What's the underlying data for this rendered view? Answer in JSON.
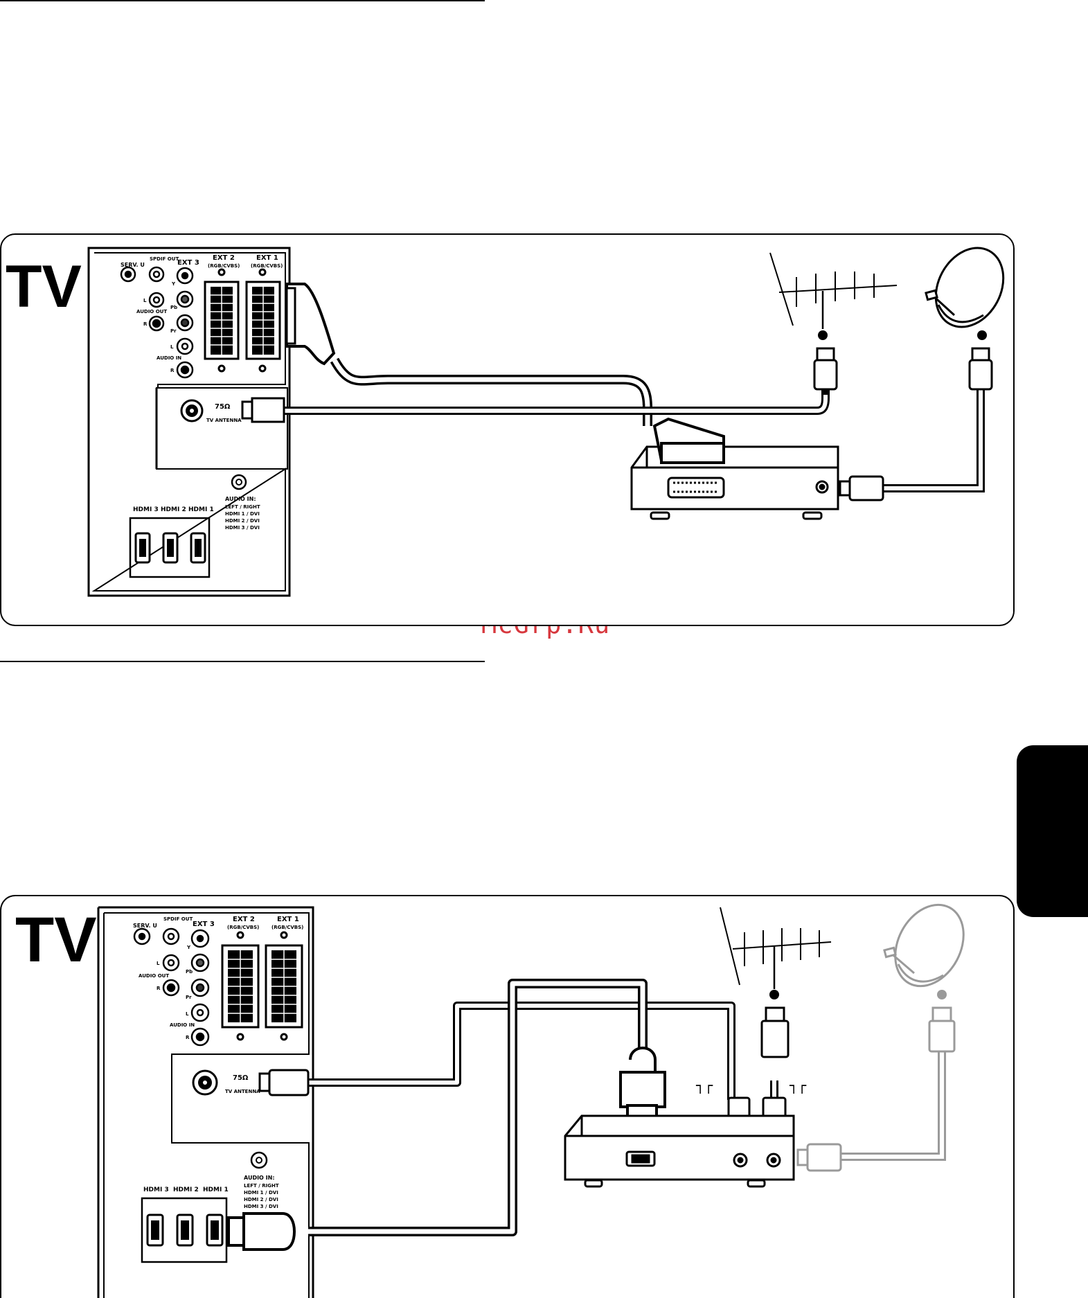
{
  "watermark": "McGrp.Ru",
  "diagram1": {
    "tv_label": "TV",
    "ports": {
      "serv_u": "SERV. U",
      "spdif_out": "SPDIF OUT",
      "ext3": "EXT 3",
      "ext2": "EXT 2",
      "ext2_sub": "(RGB/CVBS)",
      "ext1": "EXT 1",
      "ext1_sub": "(RGB/CVBS)",
      "y": "Y",
      "pb": "Pb",
      "pr": "Pr",
      "l1": "L",
      "r1": "R",
      "audio_out": "AUDIO OUT",
      "l2": "L",
      "r2": "R",
      "audio_in": "AUDIO IN",
      "antenna_ohm": "75Ω",
      "tv_antenna": "TV ANTENNA",
      "hdmi3": "HDMI 3",
      "hdmi2": "HDMI 2",
      "hdmi1": "HDMI 1",
      "audio_in_hdmi": "AUDIO IN:",
      "audio_in_lr": "LEFT / RIGHT",
      "audio_in_h1": "HDMI 1 / DVI",
      "audio_in_h2": "HDMI 2 / DVI",
      "audio_in_h3": "HDMI 3 / DVI"
    }
  },
  "diagram2": {
    "tv_label": "TV",
    "ports": {
      "serv_u": "SERV. U",
      "spdif_out": "SPDIF OUT",
      "ext3": "EXT 3",
      "ext2": "EXT 2",
      "ext2_sub": "(RGB/CVBS)",
      "ext1": "EXT 1",
      "ext1_sub": "(RGB/CVBS)",
      "y": "Y",
      "pb": "Pb",
      "pr": "Pr",
      "l1": "L",
      "r1": "R",
      "audio_out": "AUDIO OUT",
      "l2": "L",
      "r2": "R",
      "audio_in": "AUDIO IN",
      "antenna_ohm": "75Ω",
      "tv_antenna": "TV ANTENNA",
      "hdmi3": "HDMI 3",
      "hdmi2": "HDMI 2",
      "hdmi1": "HDMI 1",
      "audio_in_hdmi": "AUDIO IN:",
      "audio_in_lr": "LEFT / RIGHT",
      "audio_in_h1": "HDMI 1 / DVI",
      "audio_in_h2": "HDMI 2 / DVI",
      "audio_in_h3": "HDMI 3 / DVI"
    },
    "antenna_symbol_left": "┐┌",
    "antenna_symbol_right": "┐┌"
  },
  "colors": {
    "line": "#000000",
    "watermark": "#d7373d",
    "muted": "#9a9a9a"
  },
  "icons": [
    "antenna-icon",
    "satellite-dish-icon",
    "scart-plug-icon",
    "hdmi-plug-icon",
    "coax-plug-icon",
    "set-top-box-icon"
  ]
}
